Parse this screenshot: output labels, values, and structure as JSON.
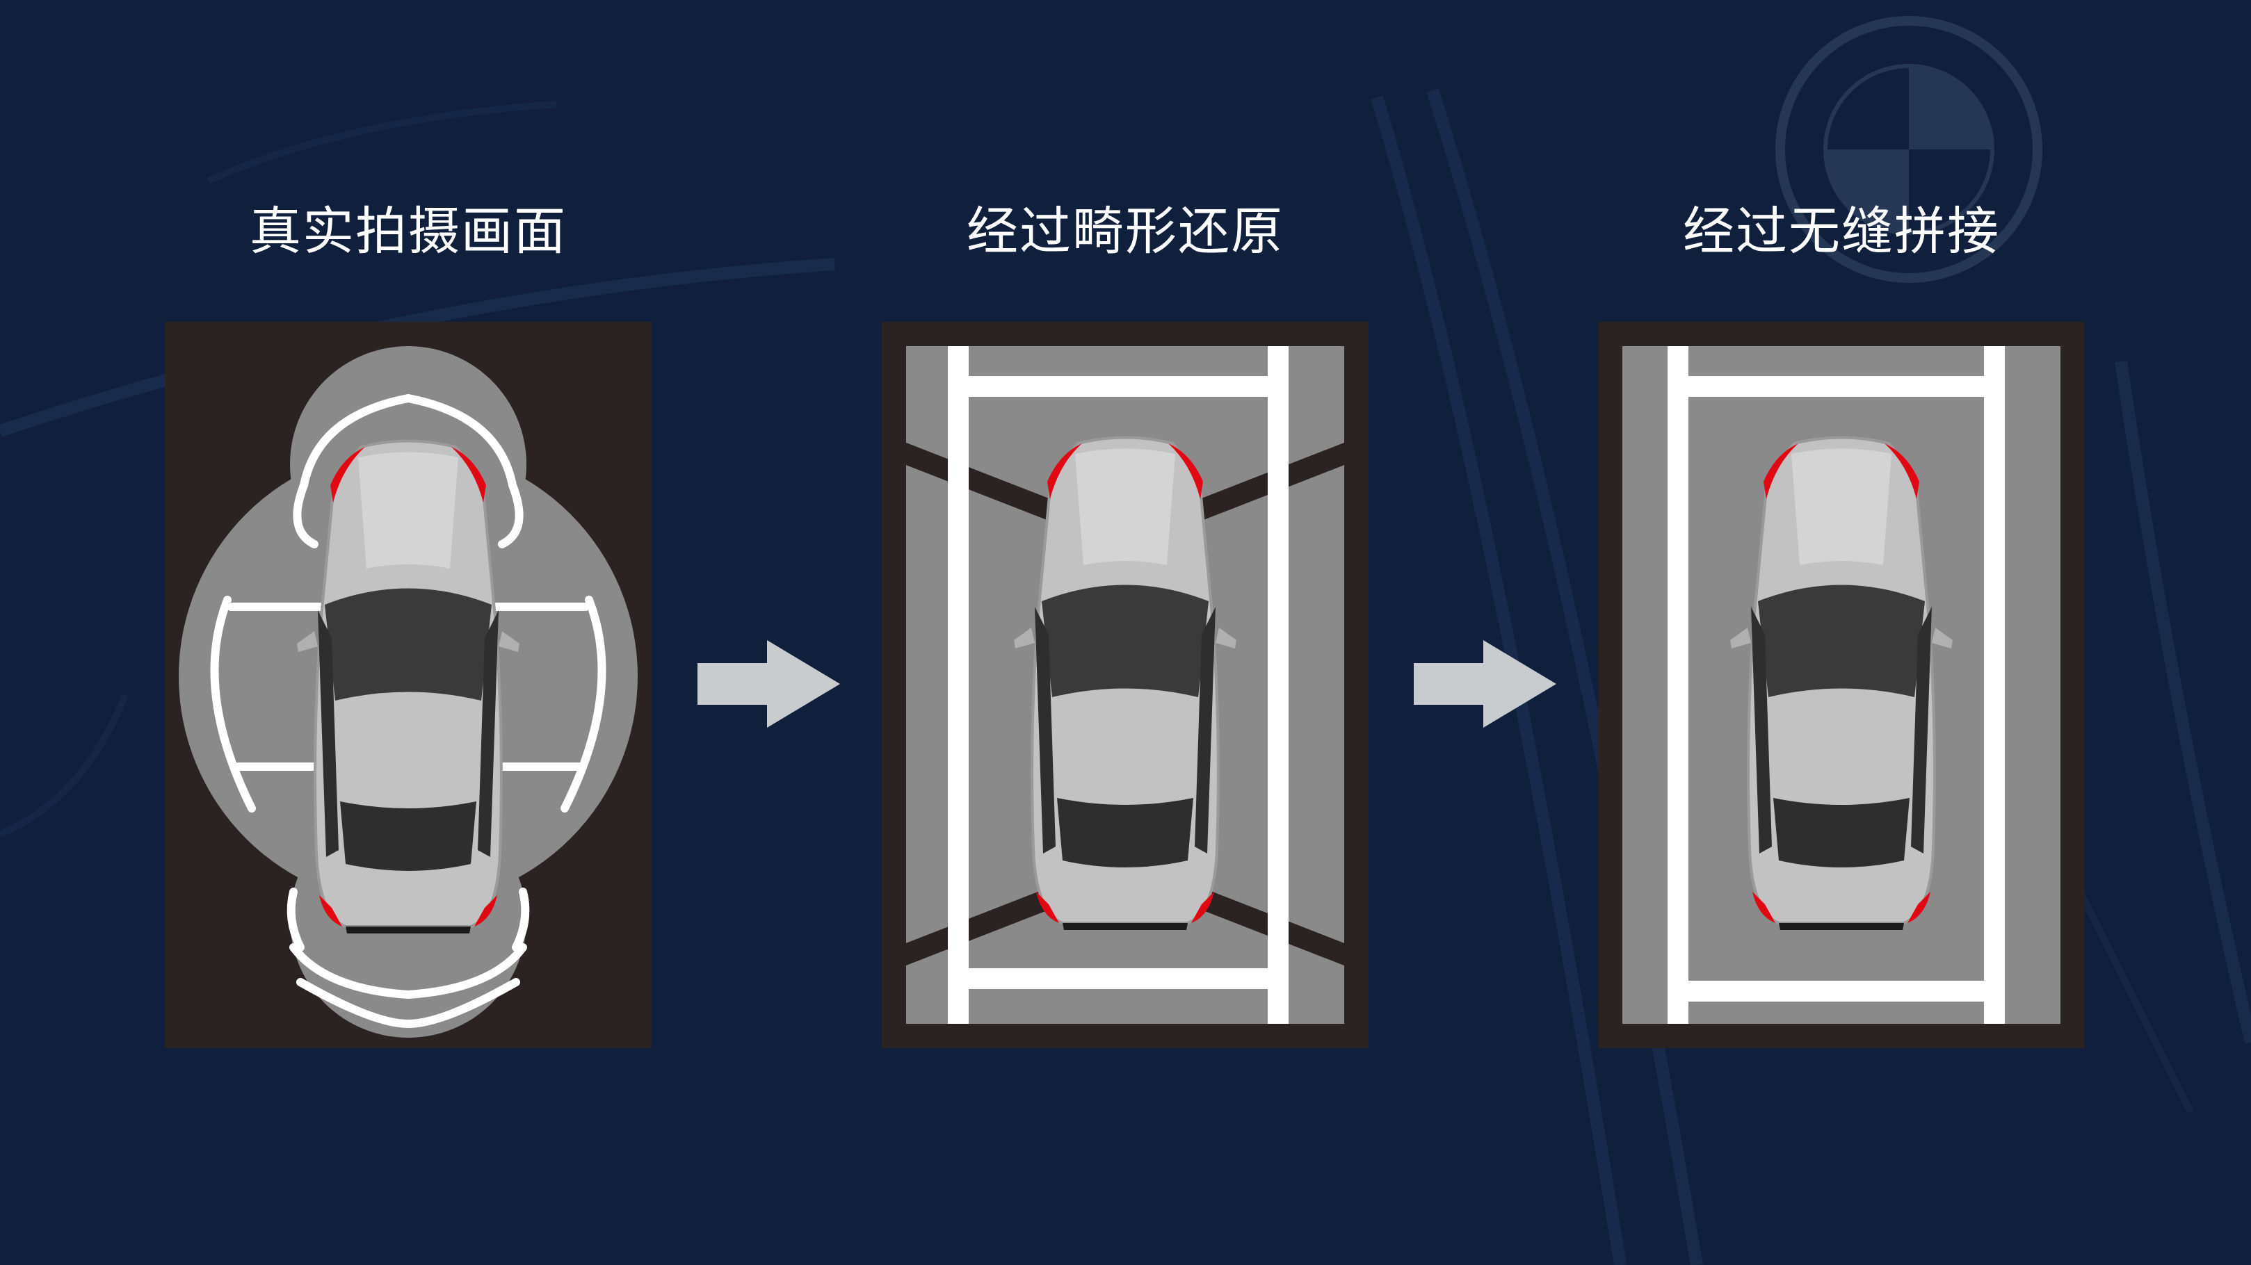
{
  "steps": [
    {
      "title": "真实拍摄画面"
    },
    {
      "title": "经过畸形还原"
    },
    {
      "title": "经过无缝拼接"
    }
  ],
  "colors": {
    "background": "#0f1f3c",
    "panel_dark": "#2b2321",
    "asphalt": "#8a8a8a",
    "lane_line": "#ffffff",
    "car_body": "#c2c2c2",
    "glass": "#3a3a3a",
    "tail_light": "#e30613",
    "arrow": "#c9cccf"
  },
  "icons": {
    "step_arrow": "right-arrow-icon",
    "car": "car-top-view-icon",
    "brand_watermark": "bmw-logo-icon"
  }
}
